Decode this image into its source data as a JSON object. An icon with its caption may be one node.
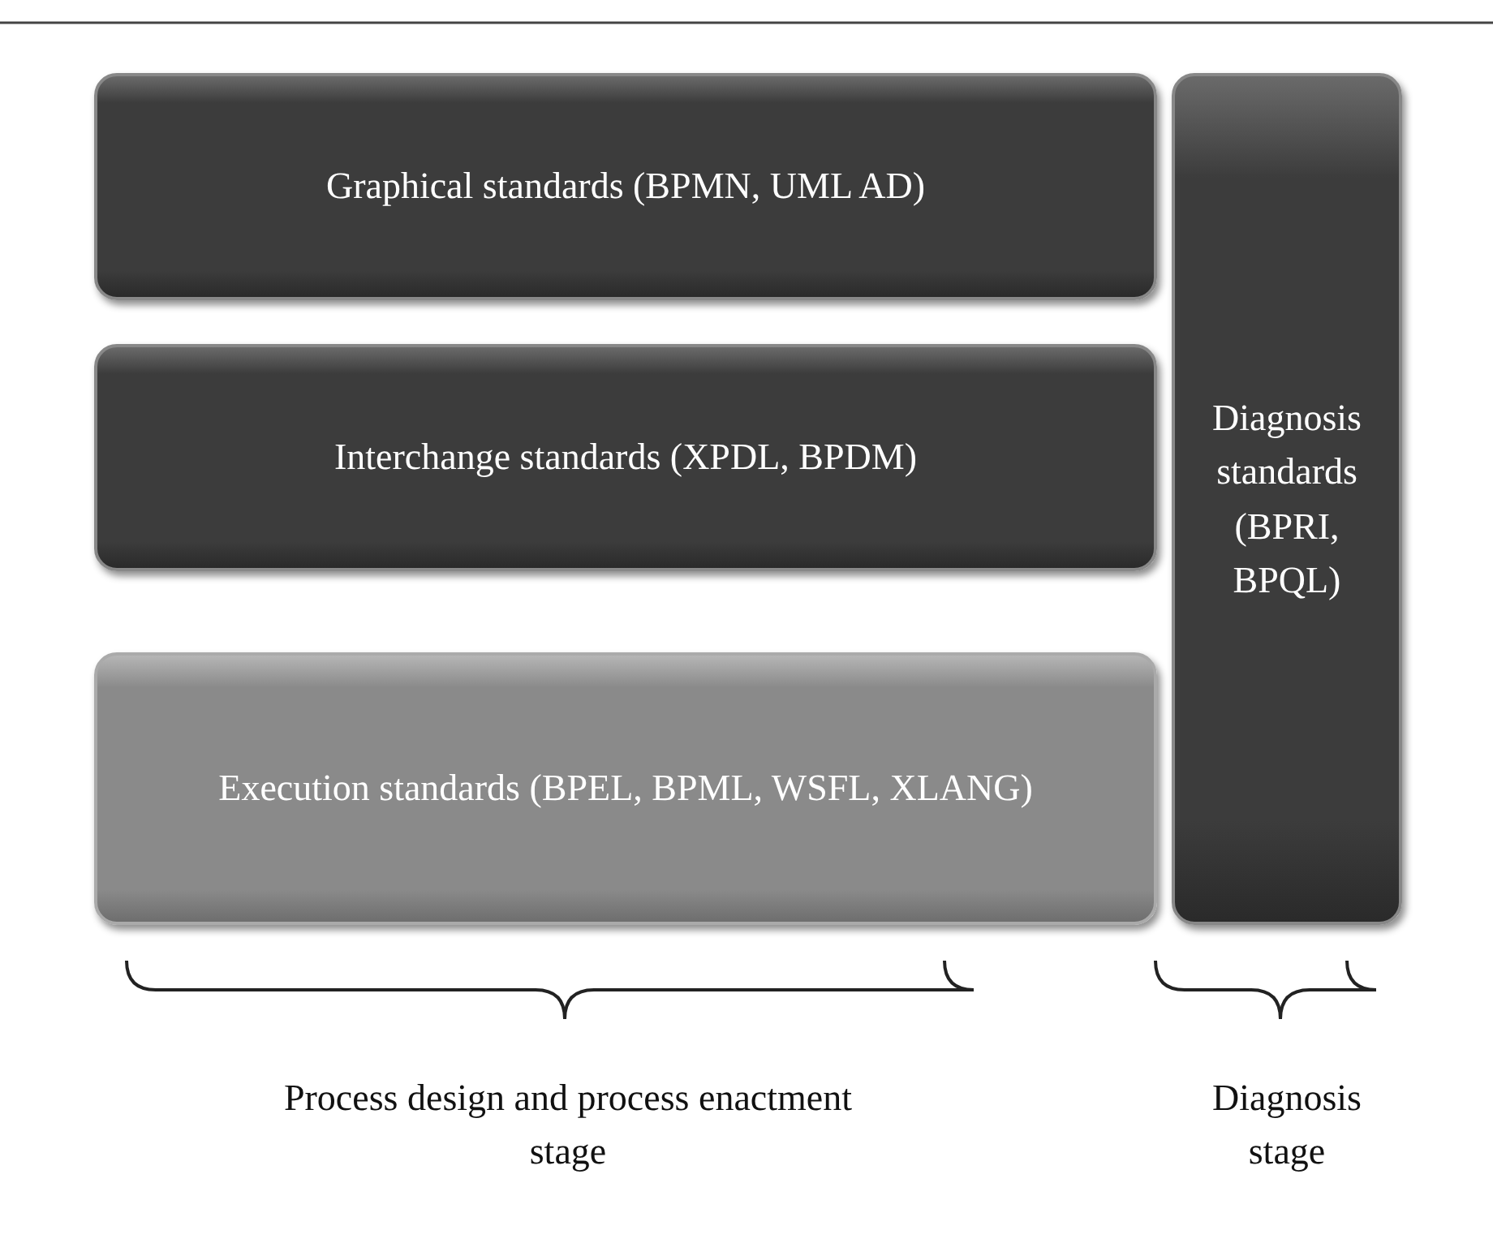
{
  "diagram": {
    "nodes": [
      {
        "text": [
          "Graphical standards (BPMN, UML AD)"
        ]
      },
      {
        "text": [
          "Interchange standards (XPDL, BPDM)"
        ]
      },
      {
        "text": [
          "Execution standards (BPEL, BPML, WSFL, XLANG)"
        ]
      },
      {
        "text": [
          "Diagnosis standards (BPRI, BPQL)"
        ]
      }
    ],
    "labels": [
      "Process design and process enactment stage",
      "Diagnosis stage"
    ]
  }
}
